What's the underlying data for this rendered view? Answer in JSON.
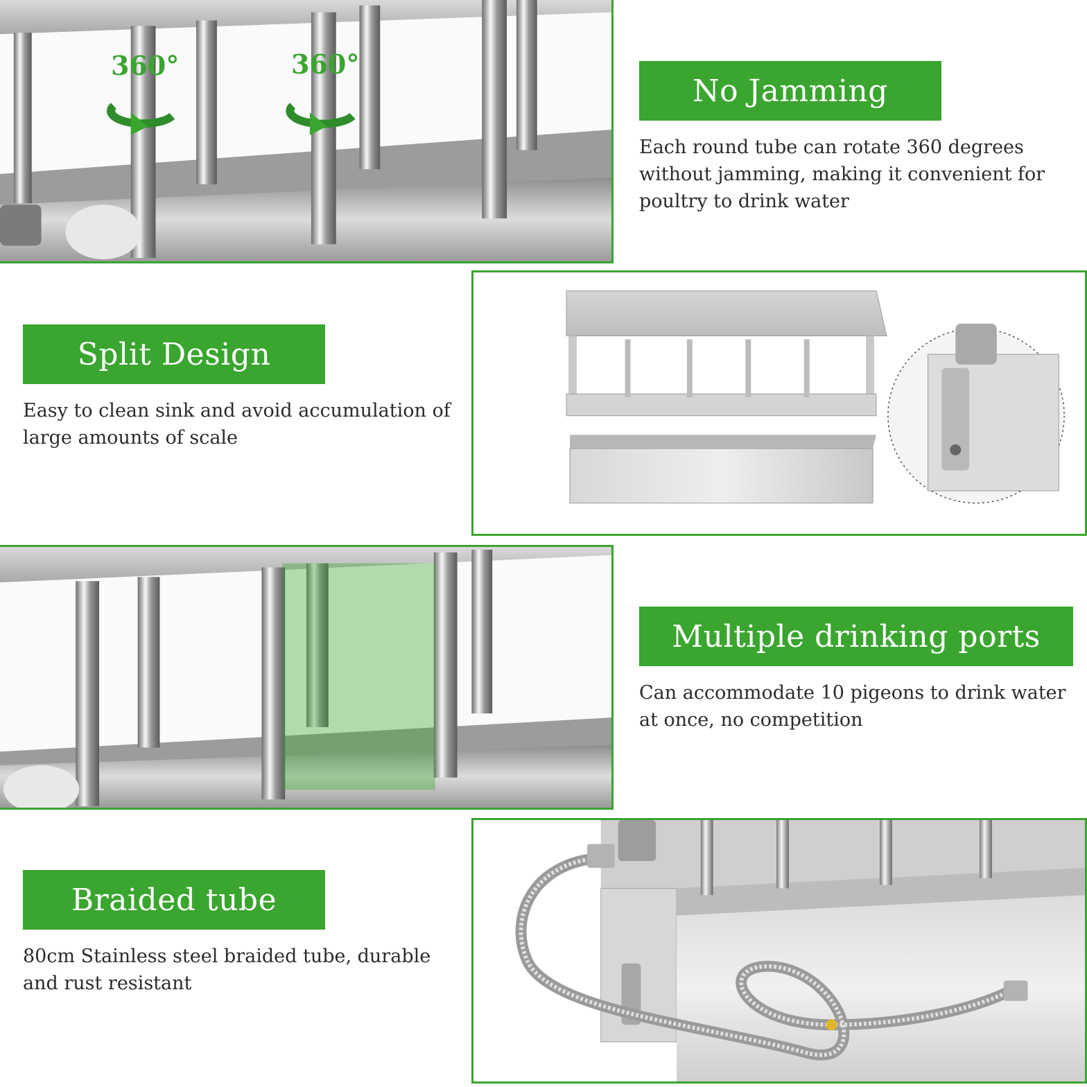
{
  "colors": {
    "accent": "#3aa52f",
    "text": "#2b2b2b",
    "steel": "#c8c8c8"
  },
  "sections": [
    {
      "title": "No Jamming",
      "description": "Each round tube can rotate 360 degrees without jamming, making it convenient for poultry to drink water",
      "callouts": [
        "360°",
        "360°"
      ]
    },
    {
      "title": "Split Design",
      "description": "Easy to clean sink and avoid accumulation of large amounts of scale"
    },
    {
      "title": "Multiple drinking ports",
      "description": "Can accommodate 10 pigeons to drink water at once, no competition"
    },
    {
      "title": "Braided tube",
      "description": "80cm Stainless steel braided tube, durable and rust resistant"
    }
  ],
  "icons": [
    "rotation-arrow-icon",
    "rotation-arrow-icon"
  ]
}
